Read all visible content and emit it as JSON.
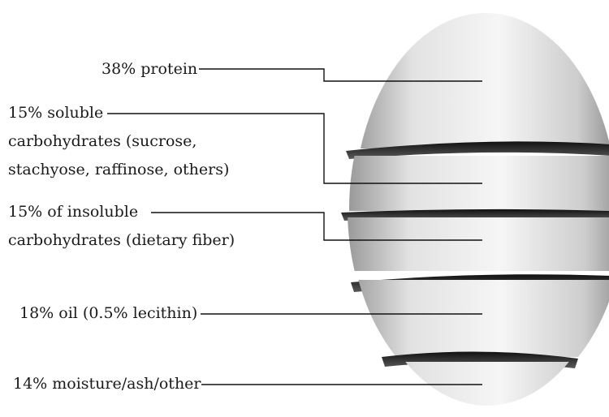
{
  "labels": {
    "protein": {
      "lines": [
        "38% protein"
      ]
    },
    "soluble": {
      "lines": [
        "15% soluble",
        "carbohydrates (sucrose,",
        "stachyose, raffinose, others)"
      ]
    },
    "insoluble": {
      "lines": [
        "15% of insoluble",
        "carbohydrates (dietary fiber)"
      ]
    },
    "oil": {
      "lines": [
        "18% oil (0.5% lecithin)"
      ]
    },
    "moisture": {
      "lines": [
        "14% moisture/ash/other"
      ]
    }
  },
  "composition": [
    {
      "component": "protein",
      "percent": 38
    },
    {
      "component": "soluble carbohydrates",
      "percent": 15
    },
    {
      "component": "insoluble carbohydrates",
      "percent": 15
    },
    {
      "component": "oil",
      "percent": 18
    },
    {
      "component": "moisture/ash/other",
      "percent": 14
    }
  ]
}
